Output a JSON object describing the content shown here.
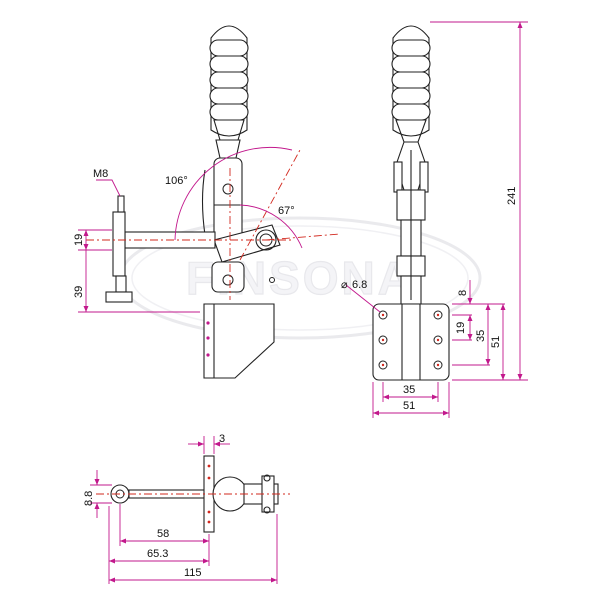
{
  "watermark": {
    "text": "FINSONA"
  },
  "labels": {
    "thread": "M8",
    "angle_open": "106°",
    "angle_close": "67°",
    "dim_19_left": "19",
    "dim_39_left": "39",
    "hole_dia": "6.8",
    "dim_241": "241",
    "dim_8": "8",
    "dim_19_right": "19",
    "dim_35_right": "35",
    "dim_51_right": "51",
    "dim_35_bottom": "35",
    "dim_51_bottom": "51",
    "dim_3": "3",
    "dim_8_8": "8.8",
    "dim_58": "58",
    "dim_65_3": "65.3",
    "dim_115": "115"
  },
  "colors": {
    "line": "#222222",
    "dimension": "#c2188c",
    "centerline": "#d2281e",
    "hole_marker": "#d2281e",
    "watermark": "#e6e6ea"
  }
}
